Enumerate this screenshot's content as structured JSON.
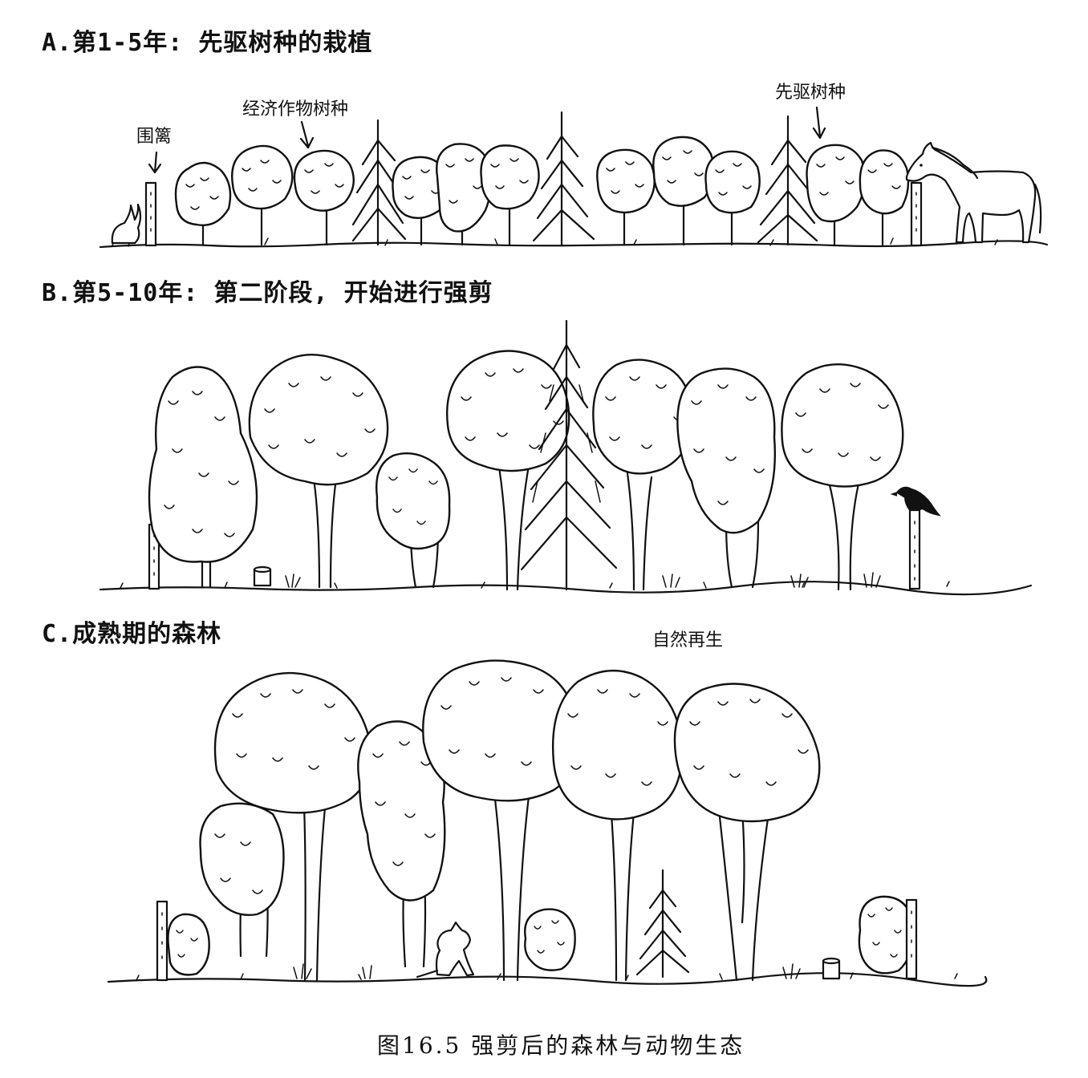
{
  "panels": {
    "a": {
      "heading": "A.第1-5年: 先驱树种的栽植",
      "labels": {
        "fence": "围篱",
        "economic_trees": "经济作物树种",
        "pioneer_trees": "先驱树种"
      }
    },
    "b": {
      "heading": "B.第5-10年: 第二阶段, 开始进行强剪"
    },
    "c": {
      "heading": "C.成熟期的森林",
      "labels": {
        "natural_regeneration": "自然再生"
      }
    }
  },
  "caption": "图16.5 强剪后的森林与动物生态",
  "icons": {
    "panel_a": [
      "rabbit-icon",
      "fence-post-icon",
      "broadleaf-sapling-icon",
      "conifer-sapling-icon",
      "horse-icon"
    ],
    "panel_b": [
      "fence-post-icon",
      "broadleaf-tree-icon",
      "pollarded-tree-icon",
      "tall-conifer-icon",
      "stump-icon",
      "crow-icon"
    ],
    "panel_c": [
      "fence-post-icon",
      "canopy-tree-icon",
      "kangaroo-icon",
      "regeneration-shrub-icon",
      "stump-icon"
    ]
  }
}
